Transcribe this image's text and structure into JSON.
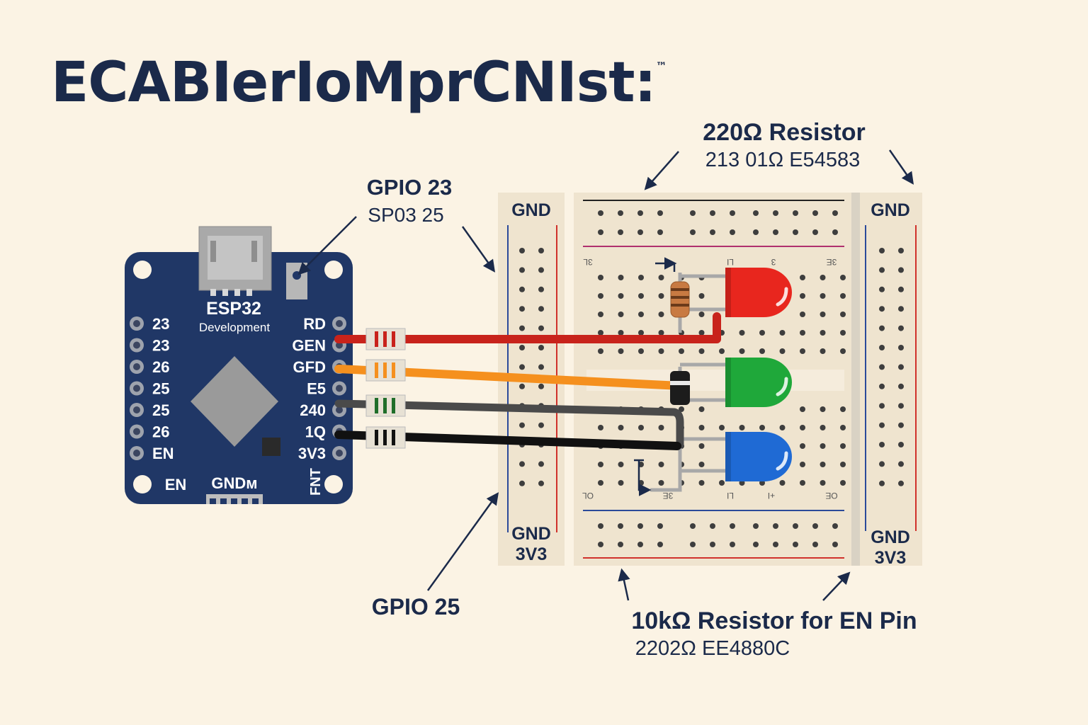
{
  "title": {
    "text": "ECABIerIoMprCNIst:",
    "mark": "™"
  },
  "callouts": {
    "gpio23": {
      "label": "GPIO 23",
      "sub": "SP03 25"
    },
    "res220": {
      "label": "220Ω Resistor",
      "sub": "213 01Ω  E54583"
    },
    "gpio25": {
      "label": "GPIO 25"
    },
    "res10k": {
      "label": "10kΩ Resistor for EN Pin",
      "sub": "2202Ω EE4880C"
    }
  },
  "board": {
    "name": "ESP32",
    "subtitle": "Development",
    "left_pins": [
      "23",
      "23",
      "26",
      "25",
      "25",
      "26",
      "EN"
    ],
    "right_pins": [
      "RD",
      "GEN",
      "GFD",
      "E5",
      "240",
      "1Q",
      "3V3"
    ],
    "bottom_left": "EN",
    "bottom_gnd": "GNDм",
    "bottom_right": "FNT"
  },
  "breadboard": {
    "left_rail_top": "GND",
    "left_rail_bottom_1": "GND",
    "left_rail_bottom_2": "3V3",
    "right_rail_top": "GND",
    "right_rail_bottom_1": "GND",
    "right_rail_bottom_2": "3V3",
    "row_marks_top": [
      "3L",
      "LI",
      "3",
      "3E"
    ],
    "row_marks_bottom": [
      "OL",
      "3E",
      "LI",
      "+I",
      "OE"
    ]
  },
  "leds": [
    {
      "name": "red",
      "color": "#e8261e"
    },
    {
      "name": "green",
      "color": "#1fa83a"
    },
    {
      "name": "blue",
      "color": "#1f6ad4"
    }
  ],
  "wires": [
    {
      "name": "red-wire",
      "color": "#c8231b"
    },
    {
      "name": "orange-wire",
      "color": "#f5901e"
    },
    {
      "name": "gray-wire",
      "color": "#4a4a4a"
    },
    {
      "name": "black-wire",
      "color": "#111111"
    }
  ],
  "colors": {
    "board": "#203766",
    "text": "#1b2a4a",
    "background": "#fbf3e4",
    "rail_red": "#d0312b",
    "rail_blue": "#2b4a9a"
  }
}
